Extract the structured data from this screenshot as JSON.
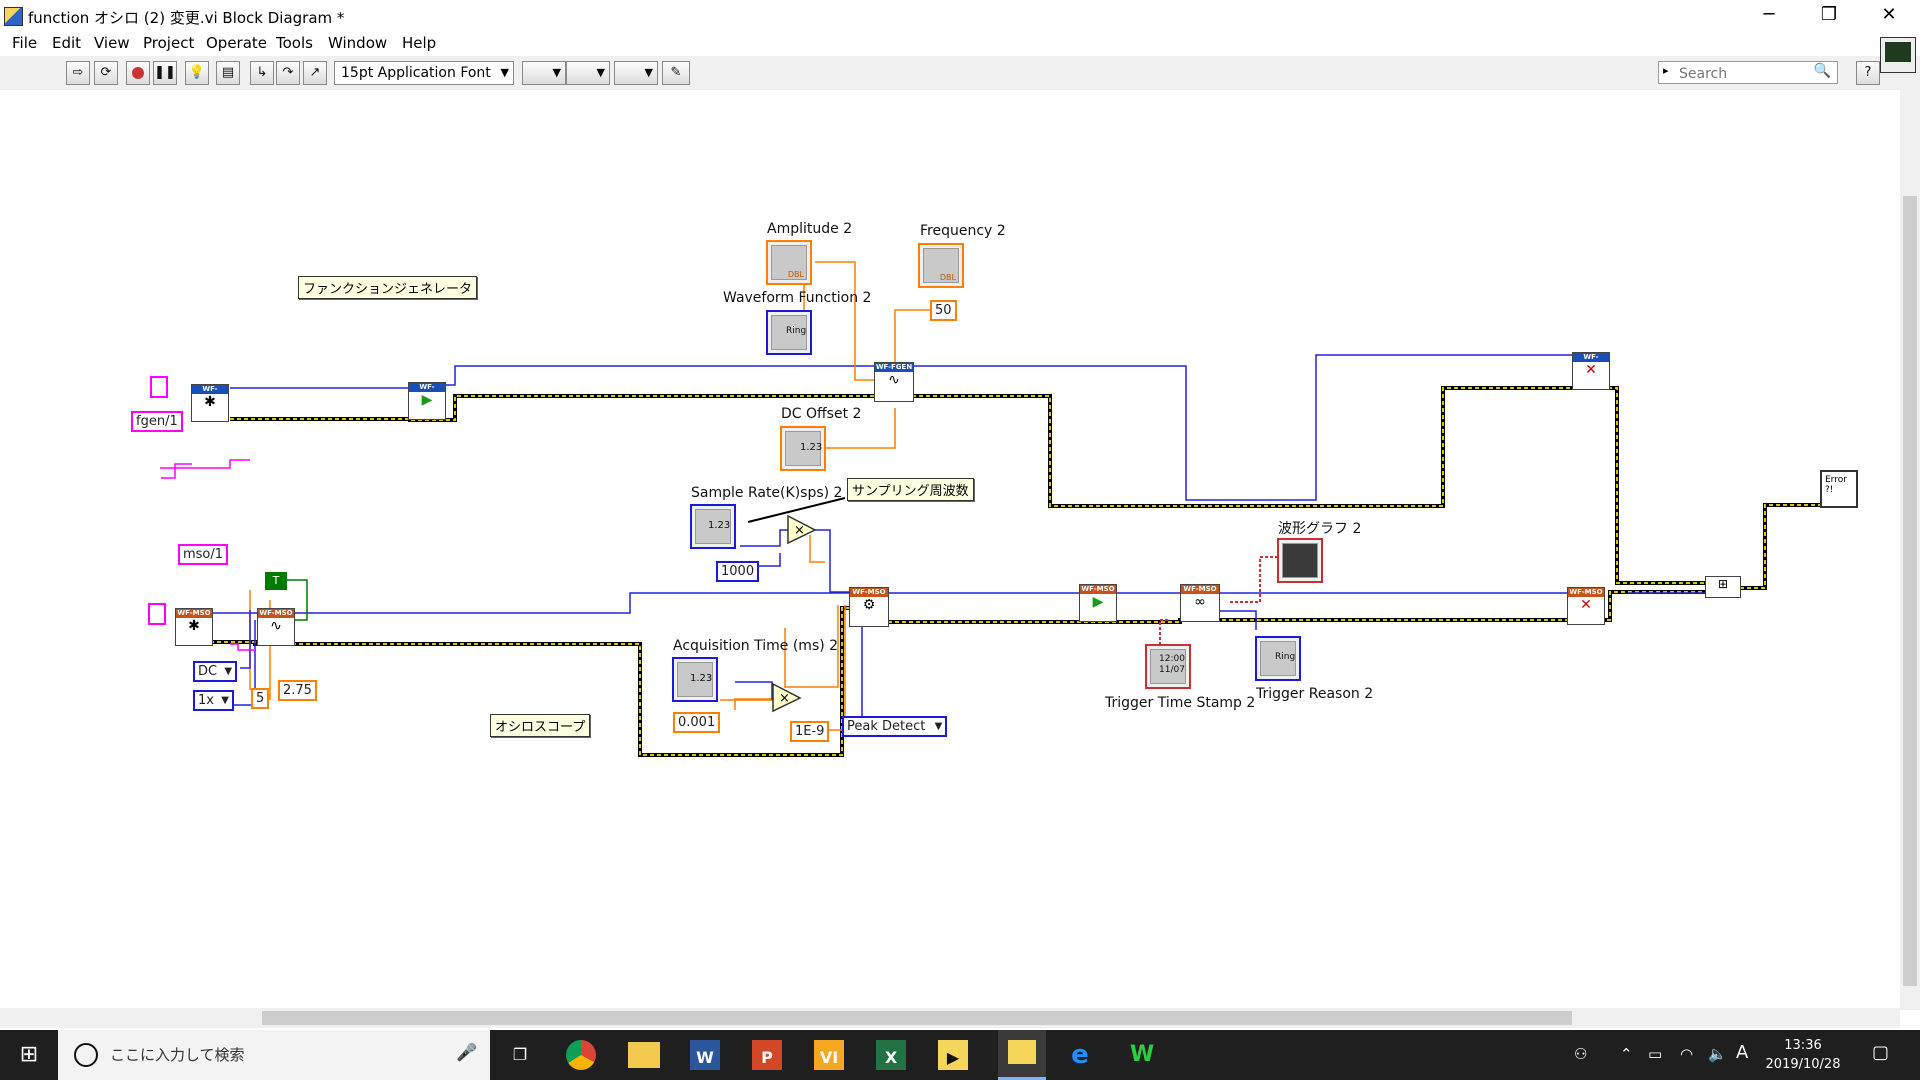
{
  "window": {
    "title": "function オシロ (2) 変更.vi Block Diagram *",
    "minimize": "─",
    "restore": "❐",
    "close": "✕"
  },
  "menu": [
    "File",
    "Edit",
    "View",
    "Project",
    "Operate",
    "Tools",
    "Window",
    "Help"
  ],
  "toolbar": {
    "font_select": "15pt Application Font",
    "search_placeholder": "Search",
    "help_label": "?"
  },
  "diagram": {
    "comments": {
      "fgen": "ファンクションジェネレータ",
      "scope": "オシロスコープ",
      "sampling": "サンプリング周波数"
    },
    "labels": {
      "amplitude": "Amplitude 2",
      "frequency": "Frequency 2",
      "waveform_function": "Waveform Function 2",
      "dc_offset": "DC Offset 2",
      "sample_rate": "Sample Rate(K)sps) 2",
      "acquisition_time": "Acquisition Time (ms) 2",
      "waveform_graph": "波形グラフ 2",
      "trigger_time_stamp": "Trigger Time Stamp 2",
      "trigger_reason": "Trigger Reason 2"
    },
    "constants": {
      "fgen_resource": "fgen/1",
      "mso_resource": "mso/1",
      "frequency": "50",
      "sample_multiplier": "1000",
      "coupling": "DC",
      "probe": "1x",
      "vertical_range": "5",
      "offset": "2.75",
      "time_multiplier": "0.001",
      "tiny": "1E-9",
      "acq_mode": "Peak Detect",
      "bool_true": "T"
    },
    "node_headers": {
      "fgen": "WF-FGEN",
      "mso": "WF-MSO"
    },
    "terminal_text": {
      "dbl": "DBL",
      "ring": "Ring",
      "num": "1.23",
      "timestamp": "12:00\n11/07",
      "error": "Error\n?!"
    }
  },
  "taskbar": {
    "search_placeholder": "ここに入力して検索",
    "clock_time": "13:36",
    "clock_date": "2019/10/28",
    "ime": "A"
  },
  "colors": {
    "wire_blue": "#2222d8",
    "wire_orange": "#ff7f00",
    "wire_error": "#b9a300",
    "wire_pink": "#ff00ff",
    "wire_green": "#007a00",
    "wire_red": "#c83232"
  }
}
